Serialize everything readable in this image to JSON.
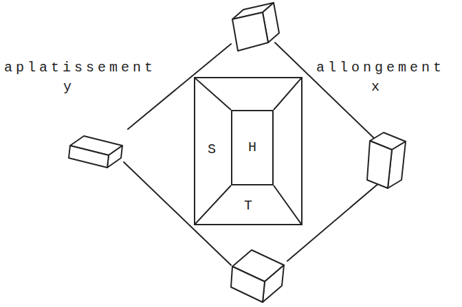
{
  "diagram": {
    "nodes": [
      {
        "text": [
          "S",
          "T"
        ]
      },
      {
        "text": [
          "H"
        ],
        "in": 0
      }
    ],
    "labels": [
      "aplatissement",
      "y",
      "allongement",
      "x"
    ]
  }
}
